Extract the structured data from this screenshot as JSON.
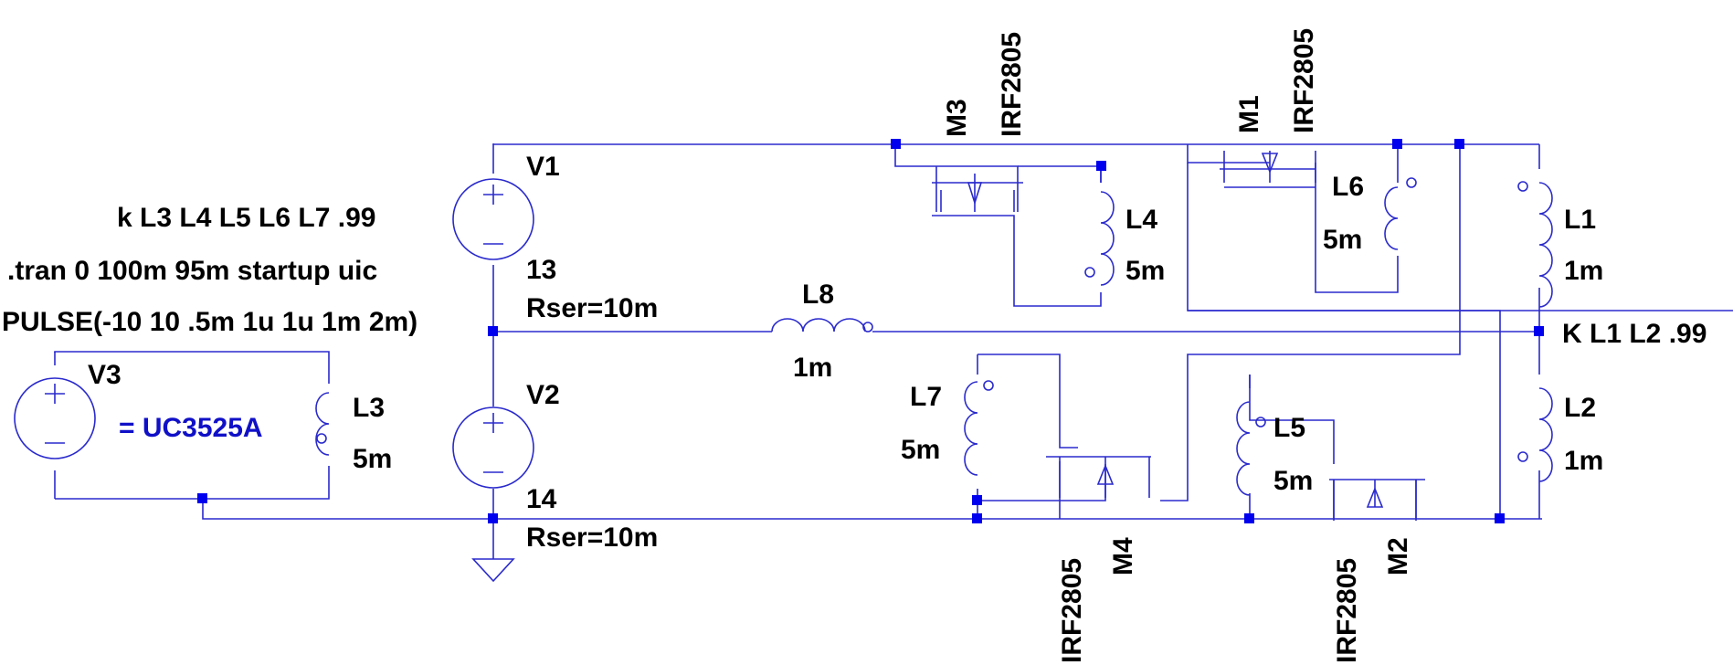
{
  "directives": {
    "coupling_main": "k L3 L4 L5 L6 L7 .99",
    "tran": ".tran 0 100m 95m startup uic",
    "pulse": "PULSE(-10 10 .5m 1u 1u 1m 2m)",
    "coupling_out": "K L1 L2 .99"
  },
  "sources": {
    "V1": {
      "name": "V1",
      "value": "13",
      "rser": "Rser=10m"
    },
    "V2": {
      "name": "V2",
      "value": "14",
      "rser": "Rser=10m"
    },
    "V3": {
      "name": "V3",
      "value": "= UC3525A"
    }
  },
  "inductors": {
    "L1": {
      "name": "L1",
      "value": "1m"
    },
    "L2": {
      "name": "L2",
      "value": "1m"
    },
    "L3": {
      "name": "L3",
      "value": "5m"
    },
    "L4": {
      "name": "L4",
      "value": "5m"
    },
    "L5": {
      "name": "L5",
      "value": "5m"
    },
    "L6": {
      "name": "L6",
      "value": "5m"
    },
    "L7": {
      "name": "L7",
      "value": "5m"
    },
    "L8": {
      "name": "L8",
      "value": "1m"
    }
  },
  "mosfets": {
    "M1": {
      "name": "M1",
      "model": "IRF2805"
    },
    "M2": {
      "name": "M2",
      "model": "IRF2805"
    },
    "M3": {
      "name": "M3",
      "model": "IRF2805"
    },
    "M4": {
      "name": "M4",
      "model": "IRF2805"
    }
  },
  "colors": {
    "wire": "#2a2acd",
    "junction": "#0000ee",
    "label": "#000000",
    "behavioral_value": "#1010c8"
  }
}
